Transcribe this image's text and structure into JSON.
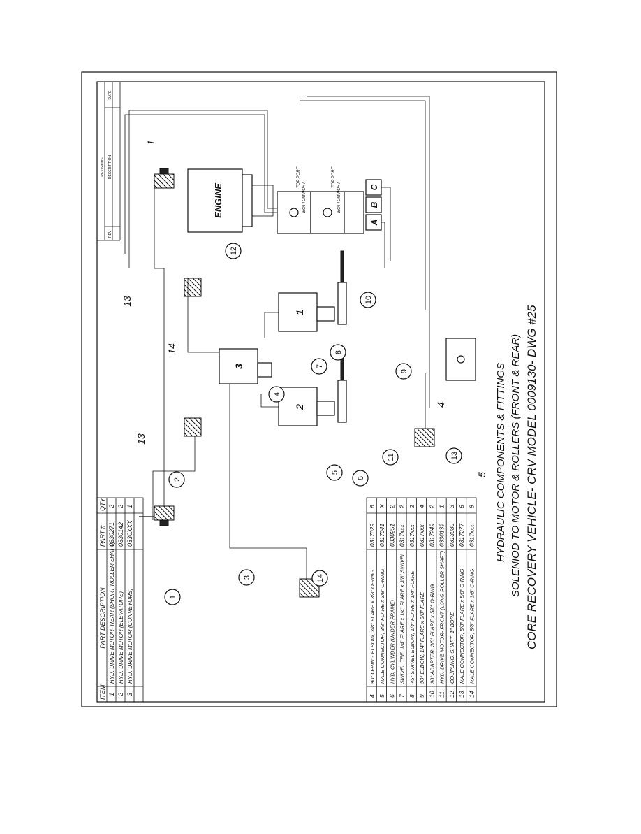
{
  "title_block": {
    "line1": "HYDRAULIC COMPONENTS & FITTINGS",
    "line2": "SOLENIOD TO MOTOR & ROLLERS (FRONT & REAR)",
    "line3": "CORE RECOVERY VEHICLE- CRV MODEL 0009130- DWG #25"
  },
  "revisions": {
    "title": "REVISIONS",
    "rev": "REV",
    "description": "DESCRIPTION",
    "date": "DATE"
  },
  "parts_table_top": {
    "headers": [
      "ITEM",
      "PART DESCRIPTION",
      "PART #",
      "QTY"
    ],
    "rows": [
      [
        "1",
        "HYD. DRIVE MOTOR- REAR (SHORT ROLLER SHAFT)",
        "0330271",
        "2"
      ],
      [
        "2",
        "HYD. DRIVE MOTOR (ELEVATORS)",
        "0330142",
        "2"
      ],
      [
        "3",
        "HYD. DRIVE MOTOR (CONVEYORS)",
        "0330XXX",
        "1"
      ]
    ]
  },
  "parts_table_bottom": {
    "rows": [
      [
        "4",
        "90° O-RING ELBOW, 3/8\" FLARE x 3/8\" O-RING",
        "0317029",
        "6"
      ],
      [
        "5",
        "MALE CONNECTOR, 3/8\" FLARE x 3/8\" O-RING",
        "0317041",
        "X"
      ],
      [
        "6",
        "HYD. CYLINDER (UNDER FRAME)",
        "0330251",
        "2"
      ],
      [
        "7",
        "SWIVEL TEE, 1/4\" FLARE x 1/4\" FLARE x 3/8\" SWIVEL",
        "0317xxx",
        "2"
      ],
      [
        "8",
        "45° SWIVEL ELBOW, 1/4\" FLARE x 1/4\" FLARE",
        "0317xxx",
        "2"
      ],
      [
        "9",
        "90° ELBOW, 1/4\" FLARE x 3/8\" FLARE",
        "0317xxx",
        "4"
      ],
      [
        "10",
        "90° ADAPTER, 3/8\" FLARE x 5/8\" O-RING",
        "0317249",
        "2"
      ],
      [
        "11",
        "HYD. DRIVE MOTOR- FRONT (LONG ROLLER SHAFT)",
        "0330139",
        "1"
      ],
      [
        "12",
        "COUPLING, SHAFT- 1\" BORE",
        "0313080",
        "3"
      ],
      [
        "13",
        "MALE CONNECTOR, 5/8\" FLARE x 5/8\" O-RING",
        "0317277",
        "6"
      ],
      [
        "14",
        "MALE CONNECTOR, 5/8\" FLARE x 3/8\" O-RING",
        "0317xxx",
        "8"
      ]
    ]
  },
  "components": {
    "engine": "ENGINE",
    "top_port": "TOP PORT",
    "bottom_port": "BOTTOM PORT",
    "pump_a": "A",
    "pump_b": "B",
    "pump_c": "C",
    "solenoid_1": "1",
    "solenoid_2": "2",
    "solenoid_3": "3"
  },
  "callouts": {
    "c1a": "1",
    "c1b": "1",
    "c2": "2",
    "c3": "3",
    "c4a": "4",
    "c4b": "4",
    "c5a": "5",
    "c5b": "5",
    "c6": "6",
    "c7": "7",
    "c8": "8",
    "c9": "9",
    "c10": "10",
    "c11": "11",
    "c12": "12",
    "c13a": "13",
    "c13b": "13",
    "c13c": "13",
    "c14a": "14",
    "c14b": "14"
  }
}
